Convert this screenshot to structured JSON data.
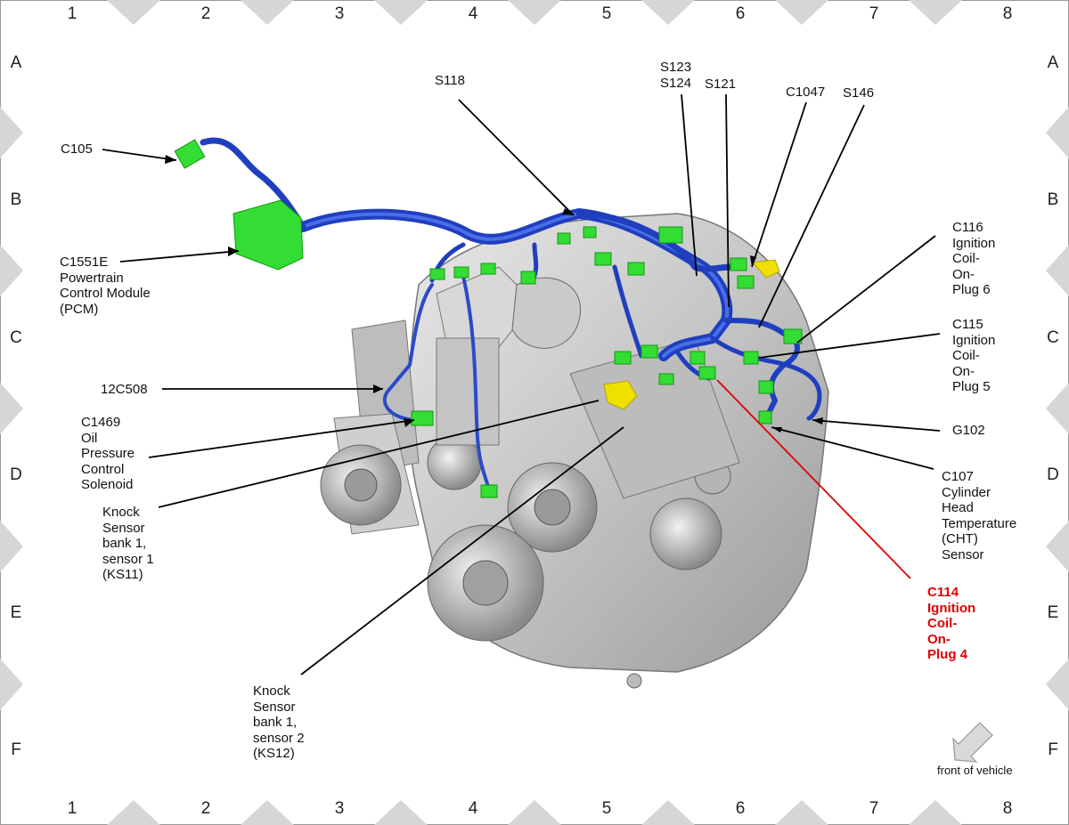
{
  "grid": {
    "columns": [
      "1",
      "2",
      "3",
      "4",
      "5",
      "6",
      "7",
      "8"
    ],
    "rows": [
      "A",
      "B",
      "C",
      "D",
      "E",
      "F"
    ]
  },
  "callouts": [
    {
      "id": "c105",
      "text": "C105"
    },
    {
      "id": "c1551e",
      "text": "C1551E\nPowertrain\nControl Module\n(PCM)"
    },
    {
      "id": "12c508",
      "text": "12C508"
    },
    {
      "id": "c1469",
      "text": "C1469\nOil\nPressure\nControl\nSolenoid"
    },
    {
      "id": "ks11",
      "text": "Knock\nSensor\nbank 1,\nsensor 1\n(KS11)"
    },
    {
      "id": "ks12",
      "text": "Knock\nSensor\nbank 1,\nsensor 2\n(KS12)"
    },
    {
      "id": "s118",
      "text": "S118"
    },
    {
      "id": "s123",
      "text": "S123\nS124"
    },
    {
      "id": "s121",
      "text": "S121"
    },
    {
      "id": "c1047",
      "text": "C1047"
    },
    {
      "id": "s146",
      "text": "S146"
    },
    {
      "id": "c116",
      "text": "C116\nIgnition\nCoil-\nOn-\nPlug 6"
    },
    {
      "id": "c115",
      "text": "C115\nIgnition\nCoil-\nOn-\nPlug 5"
    },
    {
      "id": "g102",
      "text": "G102"
    },
    {
      "id": "c107",
      "text": "C107\nCylinder\nHead\nTemperature\n(CHT)\nSensor"
    },
    {
      "id": "c114",
      "text": "C114\nIgnition\nCoil-\nOn-\nPlug 4"
    }
  ],
  "orientation": {
    "label": "front of vehicle",
    "icon": "arrow-icon"
  },
  "colors": {
    "harness": "#1f3fbf",
    "connector": "#33dd33",
    "highlight": "#e00000",
    "engine": "#c8c8c8"
  }
}
